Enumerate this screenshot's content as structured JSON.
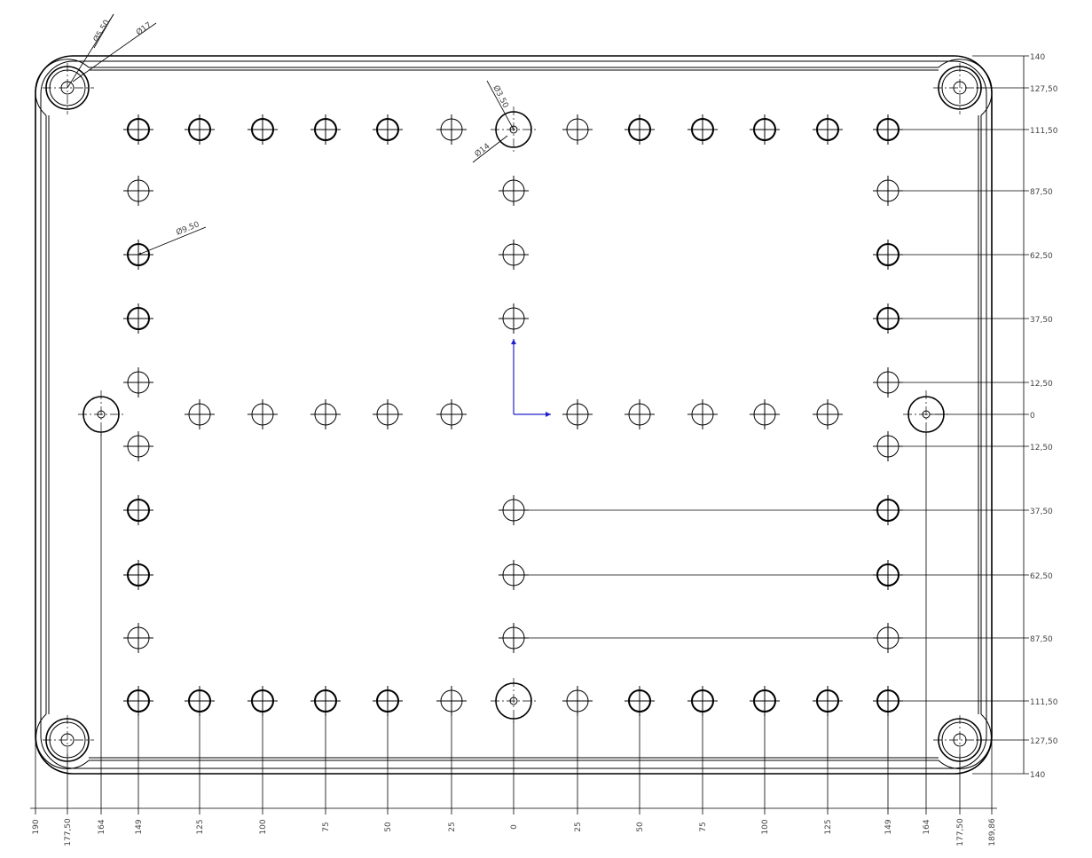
{
  "drawing": {
    "hole_callouts": {
      "corner_small": "Ø5.50",
      "corner_large": "Ø17",
      "top_small": "Ø3.50",
      "top_large": "Ø14",
      "side_hole": "Ø9.50"
    },
    "right_dims": [
      "140",
      "127,50",
      "111,50",
      "87,50",
      "62,50",
      "37,50",
      "12,50",
      "0",
      "12,50",
      "37,50",
      "62,50",
      "87,50",
      "111,50",
      "127,50",
      "140"
    ],
    "bottom_dims": [
      "190",
      "177,50",
      "164",
      "149",
      "125",
      "100",
      "75",
      "50",
      "25",
      "0",
      "25",
      "50",
      "75",
      "100",
      "125",
      "149",
      "164",
      "177,50",
      "189,86"
    ]
  }
}
